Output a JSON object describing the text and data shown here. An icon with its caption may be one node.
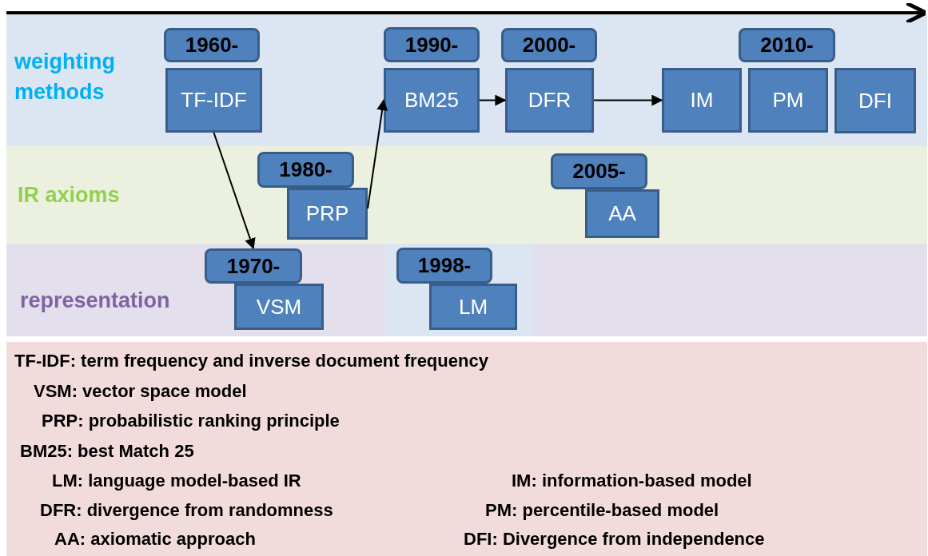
{
  "diagram": {
    "nodes": [
      {
        "text": [
          "weighting methods"
        ]
      },
      {
        "text": [
          "1960-"
        ],
        "in": 0
      },
      {
        "text": [
          "TF-IDF"
        ],
        "in": 0
      },
      {
        "text": [
          "1990-"
        ],
        "in": 0
      },
      {
        "text": [
          "BM25"
        ],
        "in": 0
      },
      {
        "text": [
          "2000-"
        ],
        "in": 0
      },
      {
        "text": [
          "DFR"
        ],
        "in": 0
      },
      {
        "text": [
          "2010-"
        ],
        "in": 0
      },
      {
        "text": [
          "IM"
        ],
        "in": 0
      },
      {
        "text": [
          "PM"
        ],
        "in": 0
      },
      {
        "text": [
          "DFI"
        ],
        "in": 0
      },
      {
        "text": [
          "IR axioms"
        ]
      },
      {
        "text": [
          "1980-"
        ],
        "in": 11
      },
      {
        "text": [
          "PRP"
        ],
        "in": 11
      },
      {
        "text": [
          "2005-"
        ],
        "in": 11
      },
      {
        "text": [
          "AA"
        ],
        "in": 11
      },
      {
        "text": [
          "representation"
        ]
      },
      {
        "text": [
          "1970-"
        ],
        "in": 16
      },
      {
        "text": [
          "VSM"
        ],
        "in": 16
      },
      {
        "text": [
          "1998-"
        ],
        "in": 16
      },
      {
        "text": [
          "LM"
        ],
        "in": 16
      }
    ],
    "edges": [
      {
        "from": 2,
        "to": 17,
        "arrow": "to"
      },
      {
        "from": 13,
        "to": 4,
        "arrow": "to"
      },
      {
        "from": 4,
        "to": 6,
        "arrow": "to"
      },
      {
        "from": 6,
        "to": 8,
        "arrow": "to"
      }
    ],
    "labels": [
      "TF-IDF: term frequency and inverse document frequency",
      "VSM: vector space model",
      "PRP: probabilistic ranking principle",
      "BM25: best Match 25",
      "LM: language model-based IR",
      "IM: information-based model",
      "DFR: divergence from randomness",
      "PM: percentile-based model",
      "AA: axiomatic approach",
      "DFI: Divergence from independence"
    ]
  }
}
